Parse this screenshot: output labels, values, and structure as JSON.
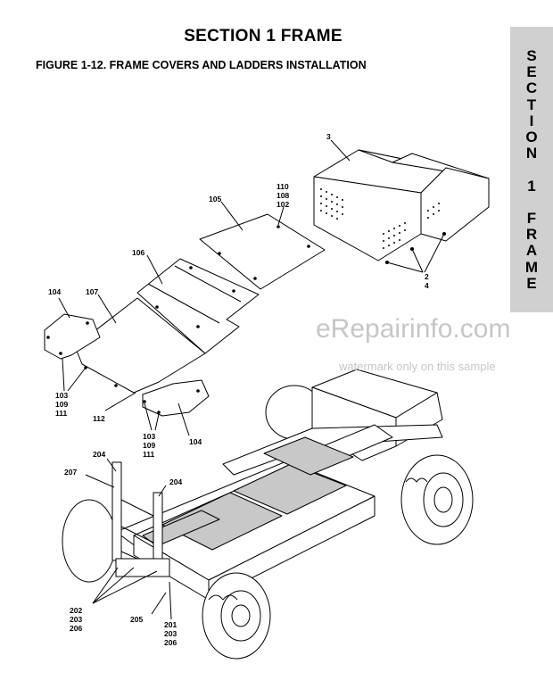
{
  "header": {
    "section_title": "SECTION 1  FRAME",
    "figure_title": "FIGURE 1-12. FRAME COVERS AND LADDERS INSTALLATION"
  },
  "side_tab": {
    "letters": [
      "S",
      "E",
      "C",
      "T",
      "I",
      "O",
      "N",
      "",
      "1",
      "",
      "F",
      "R",
      "A",
      "M",
      "E"
    ]
  },
  "watermark": {
    "main": "eRepairinfo.com",
    "sub": "watermark only on this sample"
  },
  "callouts": {
    "c3": "3",
    "c110": "110",
    "c108": "108",
    "c102": "102",
    "c105": "105",
    "c106": "106",
    "c2": "2",
    "c4": "4",
    "c104a": "104",
    "c107": "107",
    "c103a": "103",
    "c109a": "109",
    "c111a": "111",
    "c112": "112",
    "c103b": "103",
    "c109b": "109",
    "c111b": "111",
    "c104b": "104",
    "c204a": "204",
    "c207": "207",
    "c204b": "204",
    "c202": "202",
    "c203a": "203",
    "c206a": "206",
    "c205": "205",
    "c201": "201",
    "c203b": "203",
    "c206b": "206"
  }
}
